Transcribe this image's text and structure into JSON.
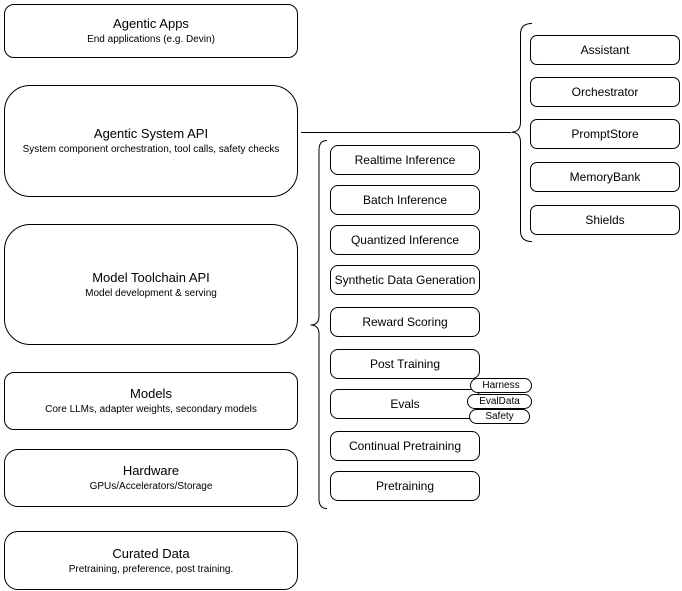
{
  "colors": {
    "border": "#000000",
    "fill": "#ffffff",
    "text": "#000000"
  },
  "stack": {
    "agentic_apps": {
      "title": "Agentic Apps",
      "subtitle": "End applications (e.g. Devin)"
    },
    "agentic_system_api": {
      "title": "Agentic System API",
      "subtitle": "System component orchestration, tool calls, safety checks"
    },
    "model_toolchain_api": {
      "title": "Model Toolchain API",
      "subtitle": "Model development & serving"
    },
    "models": {
      "title": "Models",
      "subtitle": "Core LLMs, adapter weights, secondary models"
    },
    "hardware": {
      "title": "Hardware",
      "subtitle": "GPUs/Accelerators/Storage"
    },
    "curated_data": {
      "title": "Curated Data",
      "subtitle": "Pretraining, preference, post training."
    }
  },
  "toolchain_capabilities": {
    "items": [
      "Realtime Inference",
      "Batch Inference",
      "Quantized Inference",
      "Synthetic Data Generation",
      "Reward Scoring",
      "Post Training",
      "Evals",
      "Continual Pretraining",
      "Pretraining"
    ]
  },
  "evals_tags": [
    "Harness",
    "EvalData",
    "Safety"
  ],
  "system_components": [
    "Assistant",
    "Orchestrator",
    "PromptStore",
    "MemoryBank",
    "Shields"
  ]
}
